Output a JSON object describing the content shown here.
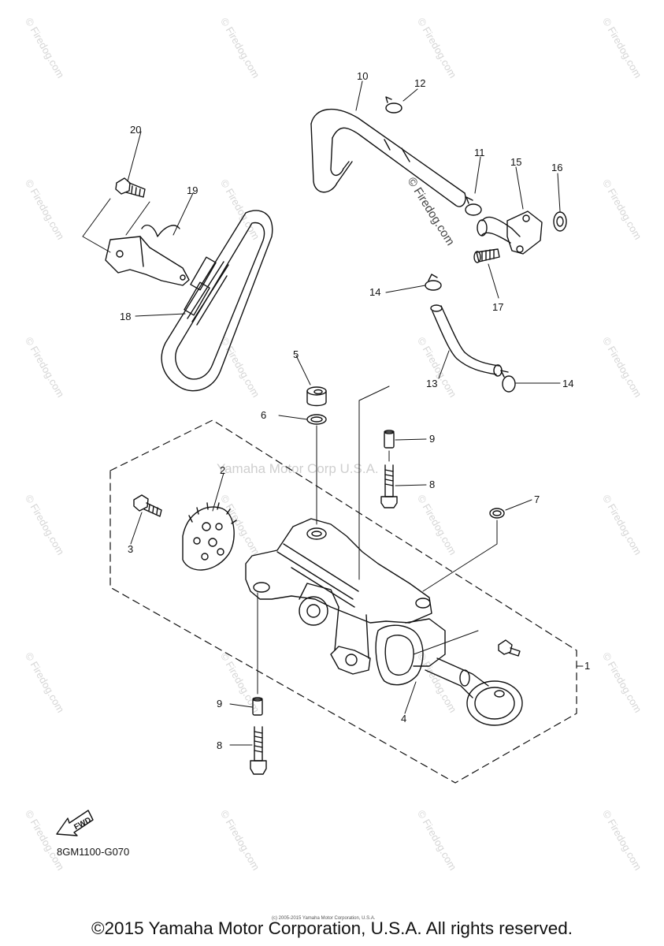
{
  "diagram_code": "8GM1100-G070",
  "footer": "©2015 Yamaha Motor Corporation, U.S.A. All rights reserved.",
  "tiny_copyright": "(c) 2005-2015 Yamaha Motor Corporation, U.S.A.",
  "watermark_center": "Yamaha Motor Corp U.S.A.",
  "watermark_tile": "© Firedog.com",
  "watermark_diag": "© Firedog.com",
  "fwd_label": "FWD",
  "callouts": {
    "c1": "1",
    "c2": "2",
    "c3": "3",
    "c4": "4",
    "c5": "5",
    "c6": "6",
    "c7": "7",
    "c8a": "8",
    "c8b": "8",
    "c9a": "9",
    "c9b": "9",
    "c10": "10",
    "c11": "11",
    "c12": "12",
    "c13": "13",
    "c14a": "14",
    "c14b": "14",
    "c15": "15",
    "c16": "16",
    "c17": "17",
    "c18": "18",
    "c19": "19",
    "c20": "20"
  }
}
